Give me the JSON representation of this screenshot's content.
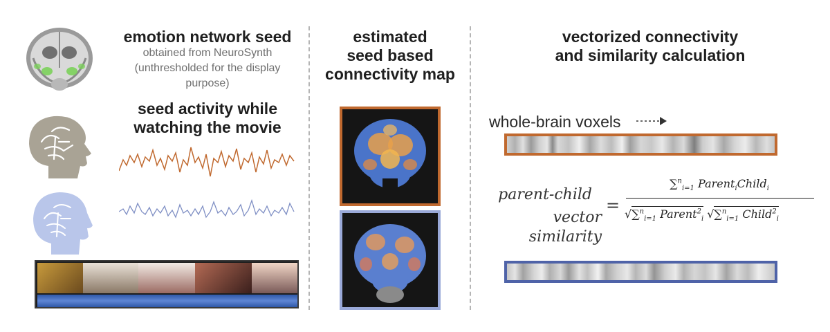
{
  "left": {
    "seed_title": "emotion network seed",
    "seed_subtitle_line1": "obtained from NeuroSynth",
    "seed_subtitle_line2": "(unthresholded for the display",
    "seed_subtitle_line3": "purpose)",
    "activity_title_line1": "seed activity while",
    "activity_title_line2": "watching the movie"
  },
  "middle": {
    "title_line1": "estimated",
    "title_line2": "seed based",
    "title_line3": "connectivity map"
  },
  "right": {
    "title_line1": "vectorized connectivity",
    "title_line2": "and similarity calculation",
    "voxels_label": "whole-brain voxels",
    "similarity_label_line1": "parent-child",
    "similarity_label_line2": "vector similarity",
    "equals": "="
  },
  "colors": {
    "parent": "#c0692f",
    "child": "#4f63a8",
    "child_light": "#9aa9d8",
    "seed_green": "#7bd05a",
    "divider": "#b5b5b5"
  }
}
